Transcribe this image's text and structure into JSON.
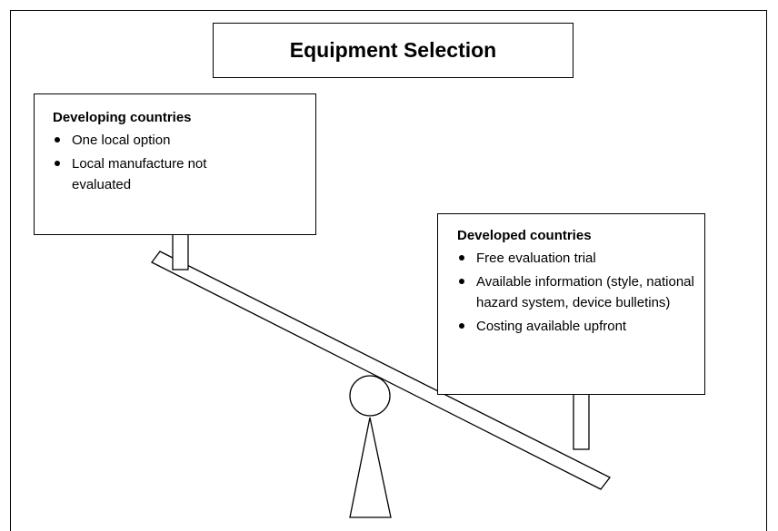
{
  "title": "Equipment Selection",
  "left_box": {
    "heading": "Developing countries",
    "items": [
      "One local option",
      "Local manufacture not evaluated"
    ]
  },
  "right_box": {
    "heading": "Developed countries",
    "items": [
      "Free evaluation trial",
      "Available information (style, national hazard system, device bulletins)",
      "Costing available upfront"
    ]
  }
}
